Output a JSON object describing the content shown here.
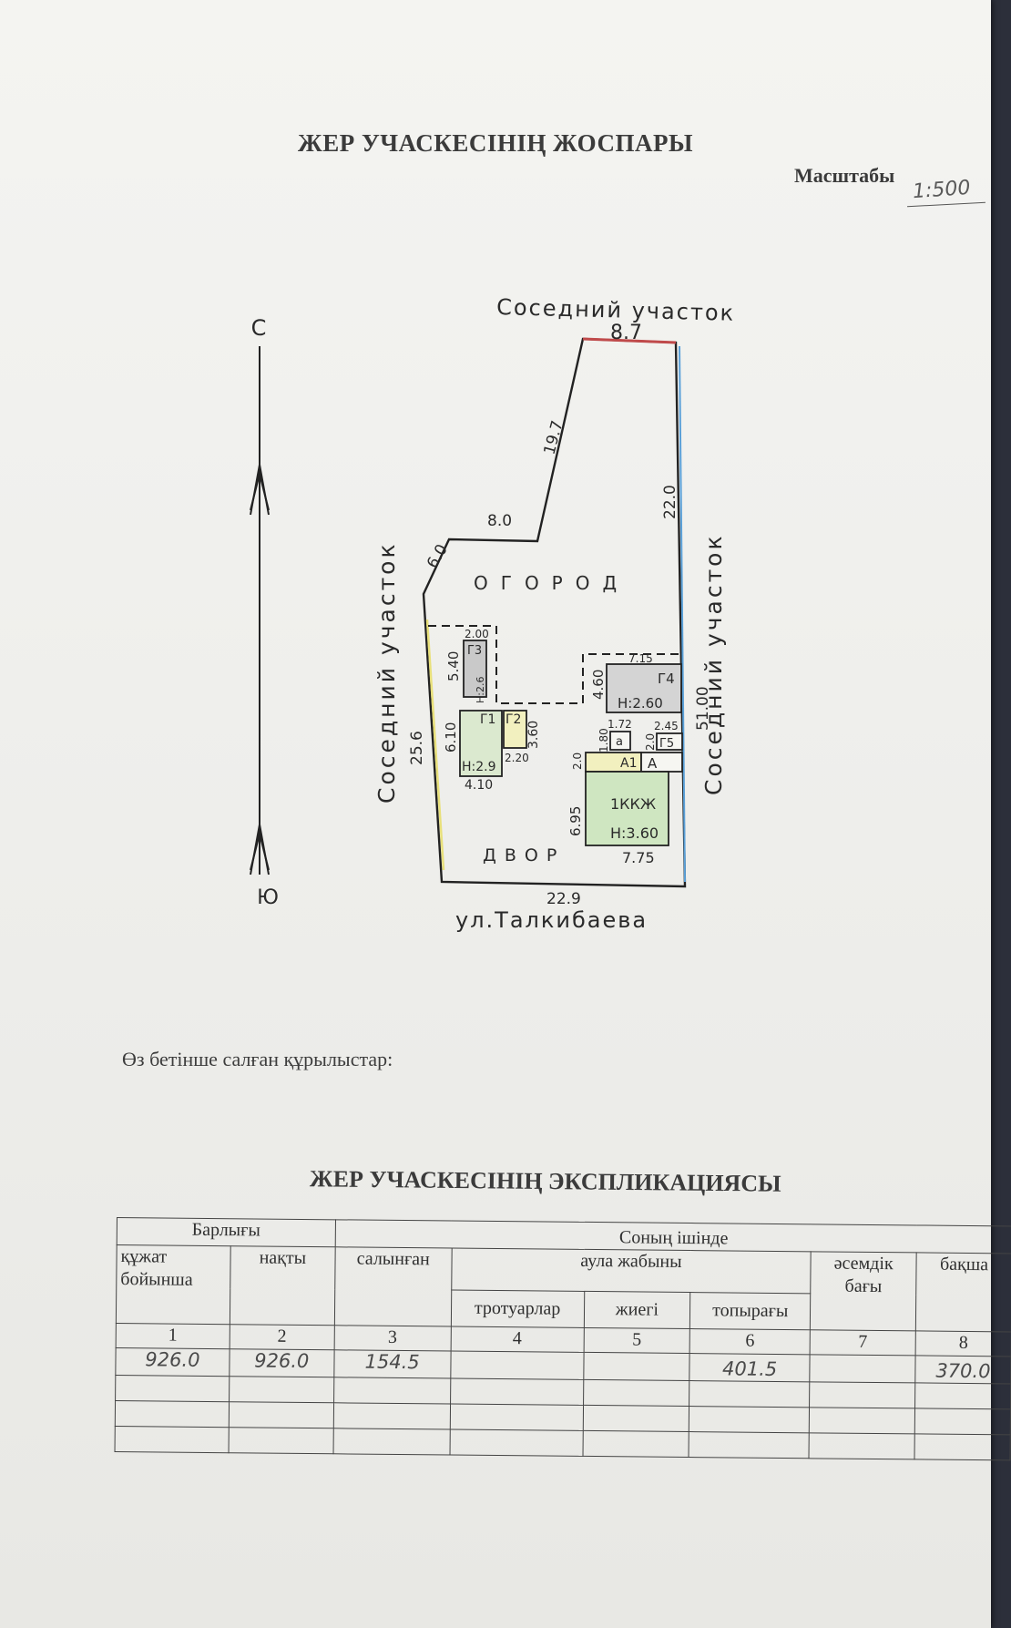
{
  "header": {
    "title": "ЖЕР УЧАСКЕСІНІҢ ЖОСПАРЫ",
    "scale_label": "Масштабы",
    "scale_value": "1:500"
  },
  "plan": {
    "compass": {
      "north": "С",
      "south": "Ю"
    },
    "neighbor_top": "Соседний участок",
    "neighbor_left": "Соседний участок",
    "neighbor_right": "Соседний участок",
    "street": "ул.Талкибаева",
    "zone_garden": "ОГОРОД",
    "zone_yard": "ДВОР",
    "dims": {
      "top": "8.7",
      "diag_long": "19.7",
      "upper_left_horizontal": "8.0",
      "corner_diag": "6.0",
      "right_upper": "22.0",
      "right_total": "51.00",
      "left": "25.6",
      "bottom": "22.9"
    },
    "buildings": {
      "g3": {
        "label": "Г3",
        "width": "2.00",
        "length": "5.40",
        "height": "H:2.6"
      },
      "g1": {
        "label": "Г1",
        "length": "6.10",
        "width": "4.10",
        "height": "H:2.9"
      },
      "g2": {
        "label": "Г2",
        "length": "3.60",
        "width": "2.20"
      },
      "g4": {
        "label": "Г4",
        "width": "7.15",
        "length": "4.60",
        "height": "H:2.60"
      },
      "a_small": {
        "label": "а",
        "width": "1.72",
        "length": "1.80"
      },
      "g5": {
        "label": "Г5",
        "width": "2.45",
        "length": "2.0"
      },
      "a1": {
        "label": "А1",
        "length": "2.0"
      },
      "a": {
        "label": "А"
      },
      "main": {
        "label": "1ККЖ",
        "height": "H:3.60",
        "length": "6.95",
        "width": "7.75"
      }
    }
  },
  "caption": "Өз бетінше салған құрылыстар:",
  "explication": {
    "title": "ЖЕР УЧАСКЕСІНІҢ ЭКСПЛИКАЦИЯСЫ",
    "headers": {
      "total": "Барлығы",
      "including": "Соның ішінде",
      "by_doc": "құжат бойынша",
      "actual": "нақты",
      "built": "салынған",
      "yard_cover": "аула жабыны",
      "sidewalks": "тротуарлар",
      "edge": "жиегі",
      "soil": "топырағы",
      "decor_garden": "әсемдік бағы",
      "garden": "бақша"
    },
    "col_numbers": [
      "1",
      "2",
      "3",
      "4",
      "5",
      "6",
      "7",
      "8"
    ],
    "rows": [
      [
        "926.0",
        "926.0",
        "154.5",
        "",
        "",
        "401.5",
        "",
        "370.0"
      ],
      [
        "",
        "",
        "",
        "",
        "",
        "",
        "",
        ""
      ],
      [
        "",
        "",
        "",
        "",
        "",
        "",
        "",
        ""
      ],
      [
        "",
        "",
        "",
        "",
        "",
        "",
        "",
        ""
      ]
    ]
  }
}
